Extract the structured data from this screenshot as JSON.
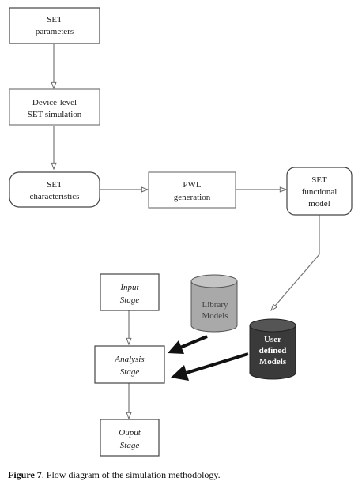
{
  "nodes": {
    "set_parameters": {
      "line1": "SET",
      "line2": "parameters"
    },
    "device_sim": {
      "line1": "Device-level",
      "line2": "SET simulation"
    },
    "set_characteristics": {
      "line1": "SET",
      "line2": "characteristics"
    },
    "pwl": {
      "line1": "PWL",
      "line2": "generation"
    },
    "set_functional": {
      "line1": "SET",
      "line2": "functional",
      "line3": "model"
    },
    "input_stage": {
      "line1": "Input",
      "line2": "Stage"
    },
    "analysis_stage": {
      "line1": "Analysis",
      "line2": "Stage"
    },
    "output_stage": {
      "line1": "Ouput",
      "line2": "Stage"
    },
    "library_models": {
      "line1": "Library",
      "line2": "Models"
    },
    "user_models": {
      "line1": "User",
      "line2": "defined",
      "line3": "Models"
    }
  },
  "caption": {
    "label": "Figure 7",
    "text": ". Flow diagram of the simulation methodology."
  },
  "colors": {
    "box_stroke": "#444444",
    "arrow": "#666666",
    "library_fill": "#a9a9a9",
    "user_fill": "#3a3a3a",
    "bold_arrow": "#111111"
  }
}
